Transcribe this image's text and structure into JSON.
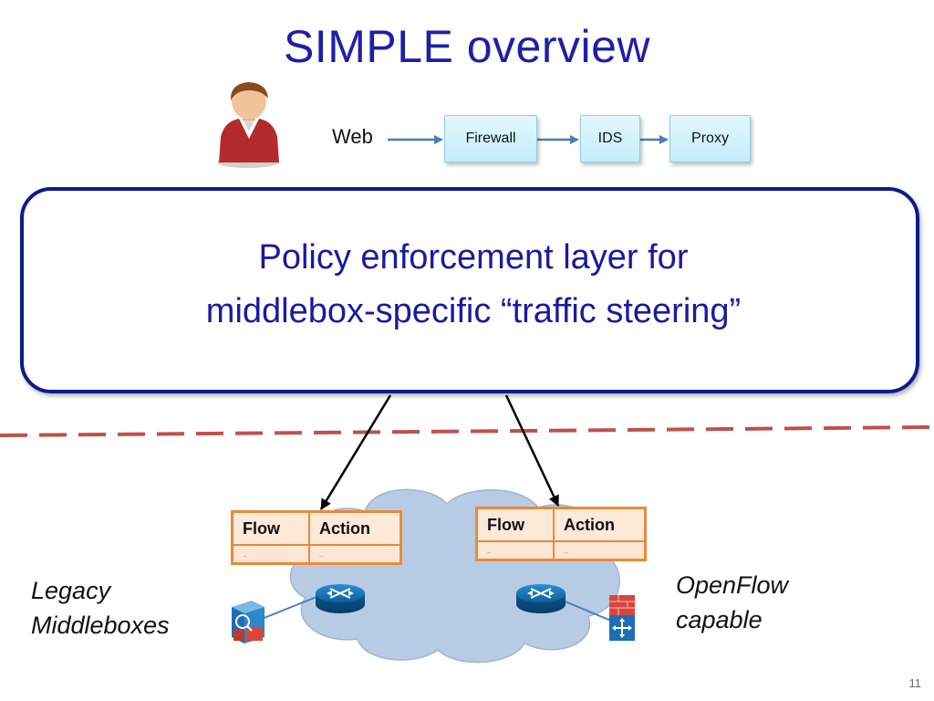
{
  "slide": {
    "title": "SIMPLE overview",
    "page_number": "11"
  },
  "policy_chain": {
    "source_label": "Web",
    "middleboxes": [
      "Firewall",
      "IDS",
      "Proxy"
    ]
  },
  "policy_layer": {
    "line1": "Policy enforcement layer for",
    "line2": "middlebox-specific “traffic steering”"
  },
  "flow_tables": [
    {
      "headers": [
        "Flow",
        "Action"
      ],
      "row": [
        "..",
        ".."
      ]
    },
    {
      "headers": [
        "Flow",
        "Action"
      ],
      "row": [
        "..",
        ".."
      ]
    }
  ],
  "labels": {
    "legacy_line1": "Legacy",
    "legacy_line2": "Middleboxes",
    "openflow_line1": "OpenFlow",
    "openflow_line2": "capable"
  },
  "colors": {
    "title": "#1f1fa8",
    "policy_border": "#0c1c8c",
    "flow_table_border": "#e98a3a",
    "cloud": "#b7cbe5",
    "dashed_line": "#c0504d"
  },
  "icons": [
    "user-icon",
    "router-icon",
    "legacy-middlebox-icon",
    "openflow-middlebox-icon",
    "cloud-icon"
  ]
}
